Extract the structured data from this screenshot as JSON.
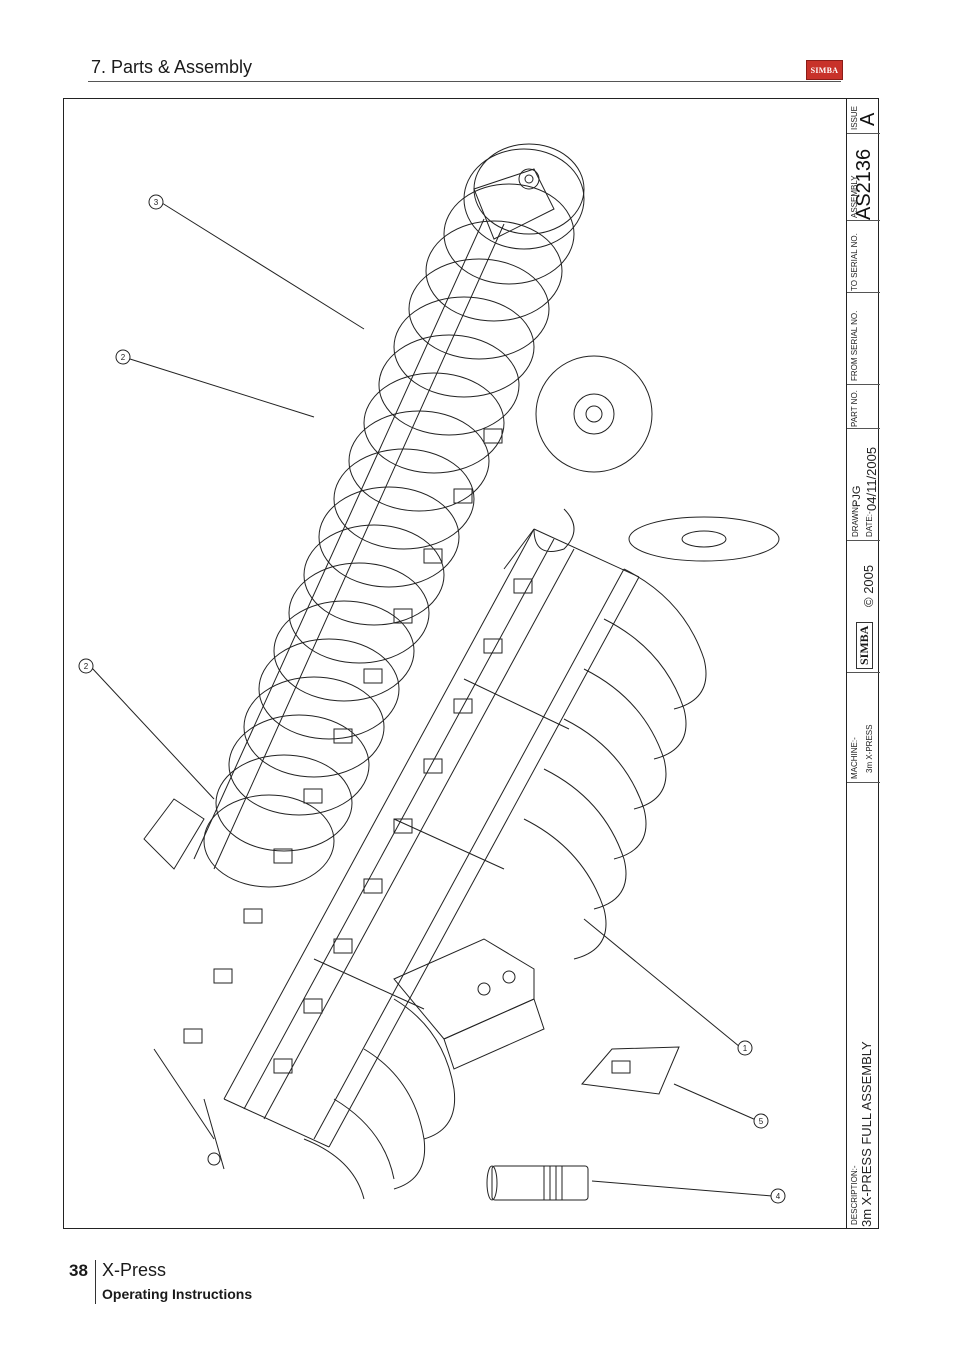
{
  "header": {
    "section_title": "7. Parts & Assembly",
    "logo_text": "SIMBA"
  },
  "title_block": {
    "issue_label": "ISSUE",
    "issue_value": "A",
    "assembly_label": "ASSEMBLY",
    "assembly_value": "AS2136",
    "to_serial_label": "TO SERIAL NO.",
    "from_serial_label": "FROM SERIAL NO.",
    "part_no_label": "PART NO.",
    "drawn_label": "DRAWN:-",
    "drawn_value": "PJG",
    "date_label": "DATE:-",
    "date_value": "04/11/2005",
    "copyright": "© 2005",
    "logo_text": "SIMBA",
    "machine_label": "MACHINE:-",
    "machine_value": "3m X-PRESS",
    "description_label": "DESCRIPTION:-",
    "description_value": "3m X-PRESS FULL ASSEMBLY"
  },
  "callouts": [
    "3",
    "2",
    "2",
    "1",
    "5",
    "4"
  ],
  "footer": {
    "page_number": "38",
    "product_name": "X-Press",
    "manual_type": "Operating Instructions"
  }
}
